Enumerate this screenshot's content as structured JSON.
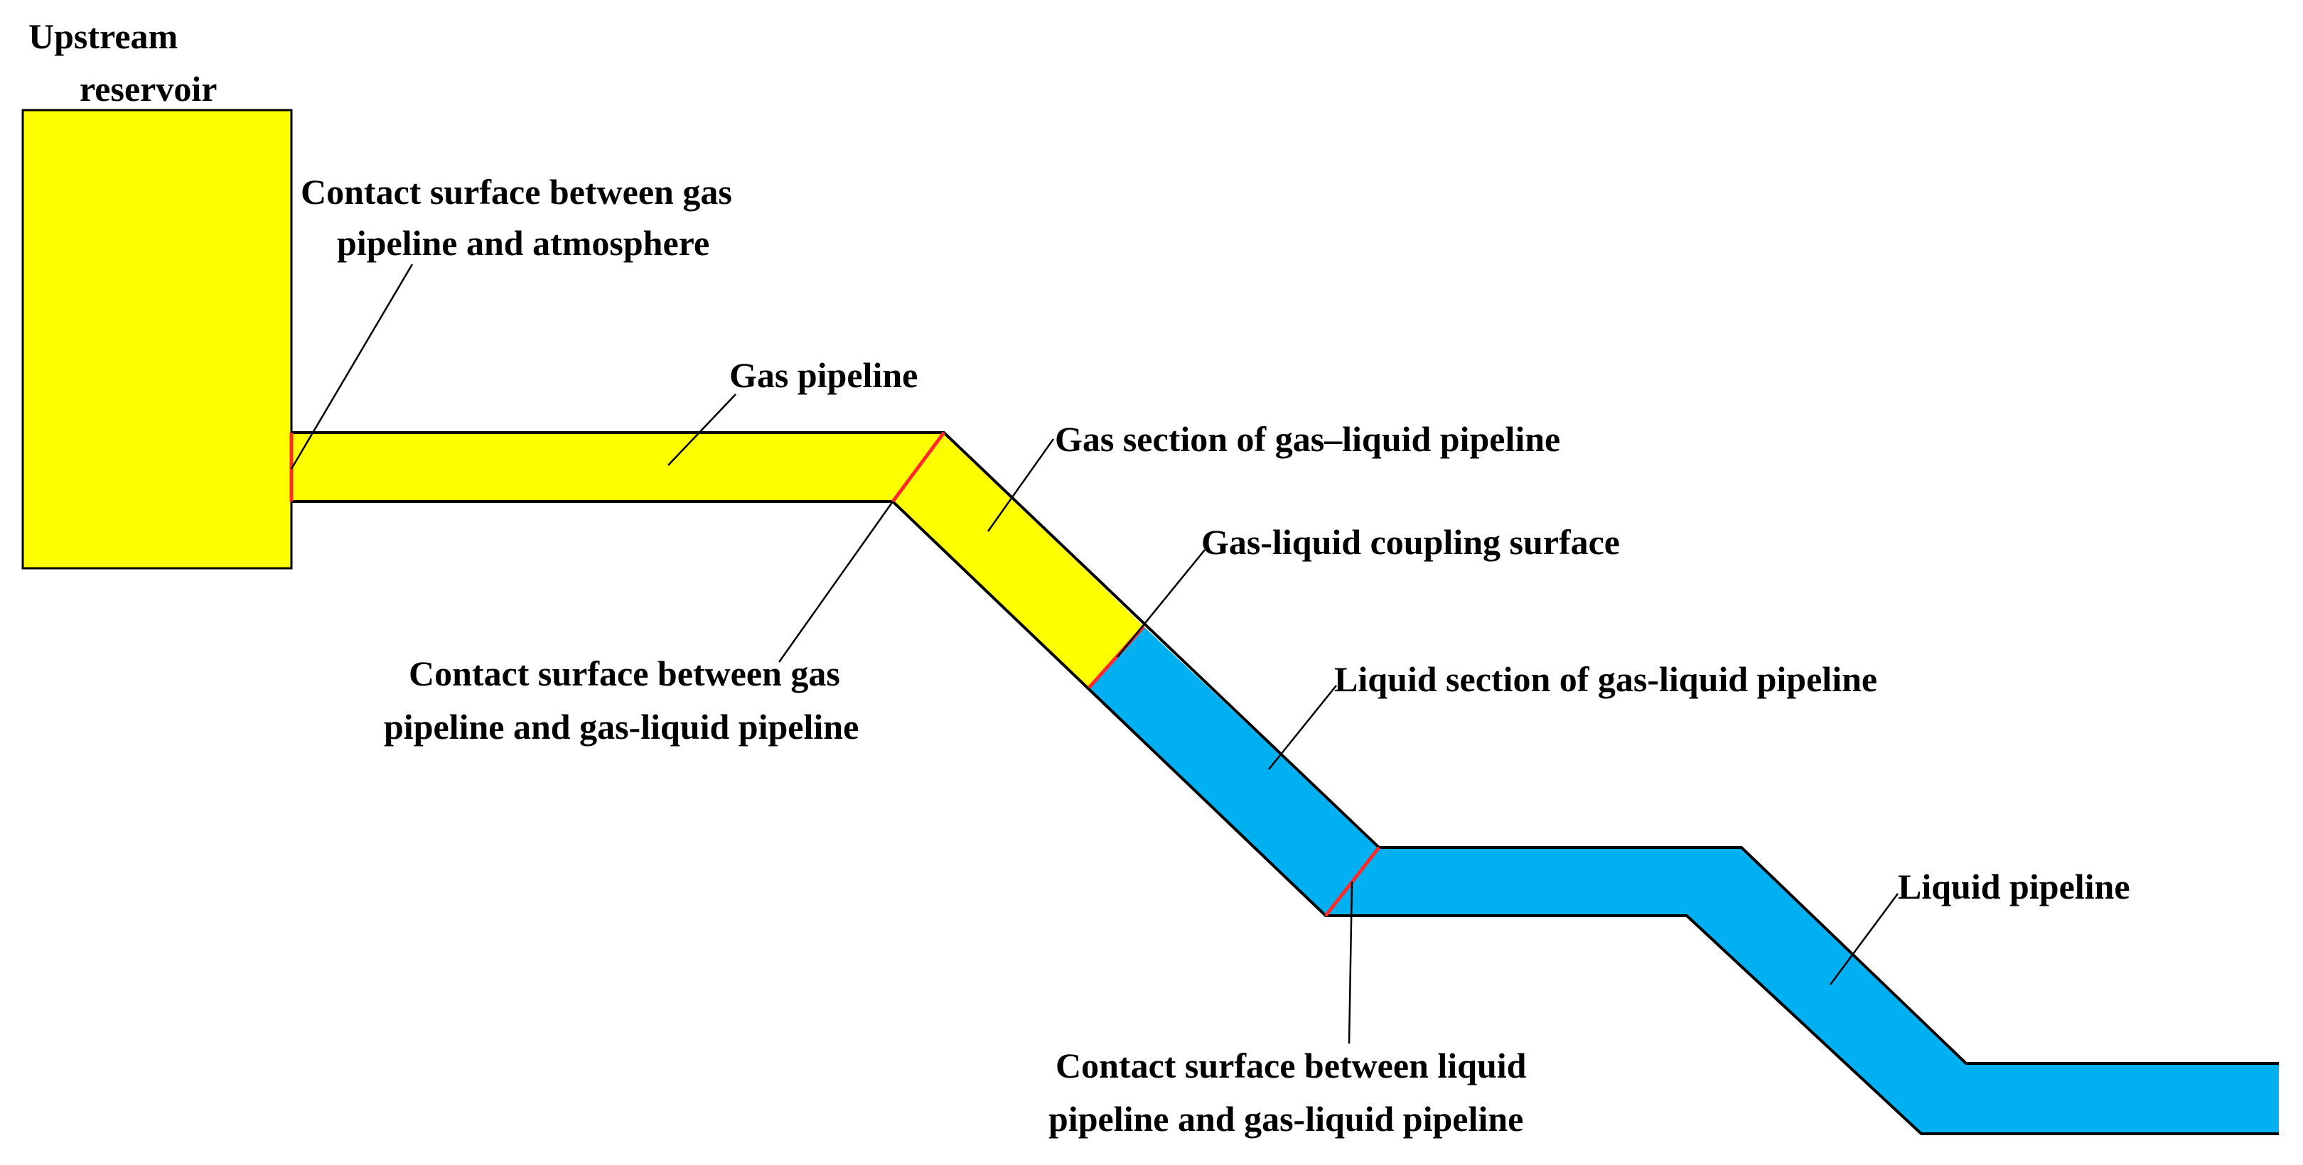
{
  "labels": {
    "reservoir_line1": "Upstream",
    "reservoir_line2": "reservoir",
    "atm_line1": "Contact surface between gas",
    "atm_line2": "pipeline and atmosphere",
    "gas_pipeline": "Gas pipeline",
    "gas_section": "Gas section of gas–liquid pipeline",
    "coupling": "Gas-liquid coupling surface",
    "gas_gl_line1": "Contact surface between gas",
    "gas_gl_line2": "pipeline and gas-liquid pipeline",
    "liquid_section": "Liquid section of gas-liquid pipeline",
    "liquid_pipeline": "Liquid pipeline",
    "liq_gl_line1": "Contact surface between liquid",
    "liq_gl_line2": "pipeline and gas-liquid pipeline"
  },
  "colors": {
    "gas": "#ffff00",
    "liquid": "#00b0f0",
    "interface": "#ff2a2a",
    "outline": "#000000"
  }
}
